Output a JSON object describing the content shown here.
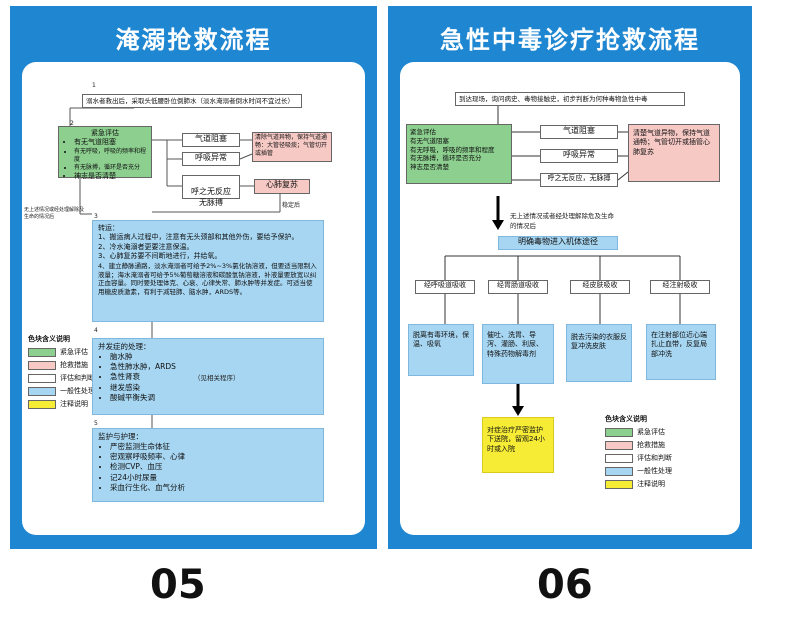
{
  "poster05": {
    "title": "淹溺抢救流程",
    "number": "05",
    "step1_num": "1",
    "step1_text": "溺水者救出后，采取头低腰卧位倒肺水（淡水淹溺者倒水时间不宜过长）",
    "step2_num": "2",
    "assess_head": "紧急评估",
    "assess_items": [
      "有无气道阻塞",
      "有无呼吸，呼吸的频率和程度",
      "有无脉搏，循环是否充分",
      "神志是否清楚"
    ],
    "airway": "气道阻塞",
    "breath": "呼吸异常",
    "nopulse": "呼之无反应\n无脉搏",
    "clear_airway": "清除气道异物，保持气道通畅：大管径吸痰；气管切开或插管",
    "cpr": "心肺复苏",
    "stable": "稳定后",
    "side_note": "无上述情况或经处理解除及生命的情况后",
    "step3_num": "3",
    "transfer_head": "转运：",
    "transfer_items": [
      "1、搬运病人过程中，注意有无头颈部和其他外伤，要给予保护。",
      "2、冷水淹溺者更要注意保温。",
      "3、心肺复苏要不间断地进行，并给氧。",
      "4、建立静脉通路，淡水淹溺者可给予2%~3%氯化钠溶液，但要适当限制入液量；海水淹溺者可给予5%葡萄糖溶液和碳酸氢钠溶液，补液量要放宽以纠正血容量。同时要处理体克、心衰、心律失常、肺水肿等并发症。可适当使用糖皮质激素，有利于减轻肺、脑水肿，ARDS等。"
    ],
    "step4_num": "4",
    "comp_head": "并发症的处理：",
    "comp_items": [
      "脑水肿",
      "急性肺水肿，ARDS",
      "急性肾衰",
      "继发感染",
      "酸碱平衡失调"
    ],
    "comp_ref": "（见相关程序）",
    "step5_num": "5",
    "care_head": "监护与护理：",
    "care_items": [
      "严密监测生命体征",
      "密观察呼吸频率、心律",
      "检测CVP、血压",
      "记24小时尿量",
      "采血行生化、血气分析"
    ],
    "legend_title": "色块含义说明",
    "legend": [
      "紧急评估",
      "抢救措施",
      "评估和判断",
      "一般性处理",
      "注释说明"
    ]
  },
  "poster06": {
    "title": "急性中毒诊疗抢救流程",
    "number": "06",
    "top_text": "到达现场，询问病史、毒物接触史，初步判断为何种毒物急性中毒",
    "assess_items": [
      "紧急评估",
      "有无气道阻塞",
      "有无呼吸，呼吸的频率和程度",
      "有无脉搏，循环是否充分",
      "神志是否清楚"
    ],
    "airway": "气道阻塞",
    "breath": "呼吸异常",
    "nopulse": "呼之无反应，无脉搏",
    "rescue": "清楚气道异物，保持气道通畅；气管切开或插管心肺复苏",
    "mid_note": "无上述情况或者经处理解除危及生命的情况后",
    "route": "明确毒物进入机体途径",
    "routes": [
      "经呼吸道吸收",
      "经胃肠道吸收",
      "经皮肤吸收",
      "经注射吸收"
    ],
    "actions": [
      "脱离有毒环境，保温、吸氧",
      "催吐、洗胃、导泻、灌肠、利尿、特殊药物解毒剂",
      "脱去污染的衣服反复冲洗皮肤",
      "在注射部位近心端扎止血带，反复局部冲洗"
    ],
    "yellow": "对症治疗严密监护下送院，留观24小时或入院",
    "legend_title": "色块含义说明",
    "legend": [
      "紧急评估",
      "抢救措施",
      "评估和判断",
      "一般性处理",
      "注释说明"
    ]
  },
  "colors": {
    "frame": "#1f87d2",
    "green": "#8ccf8e",
    "pink": "#f6c9c5",
    "blue": "#a7d6f2",
    "yellow": "#f6ec36"
  }
}
